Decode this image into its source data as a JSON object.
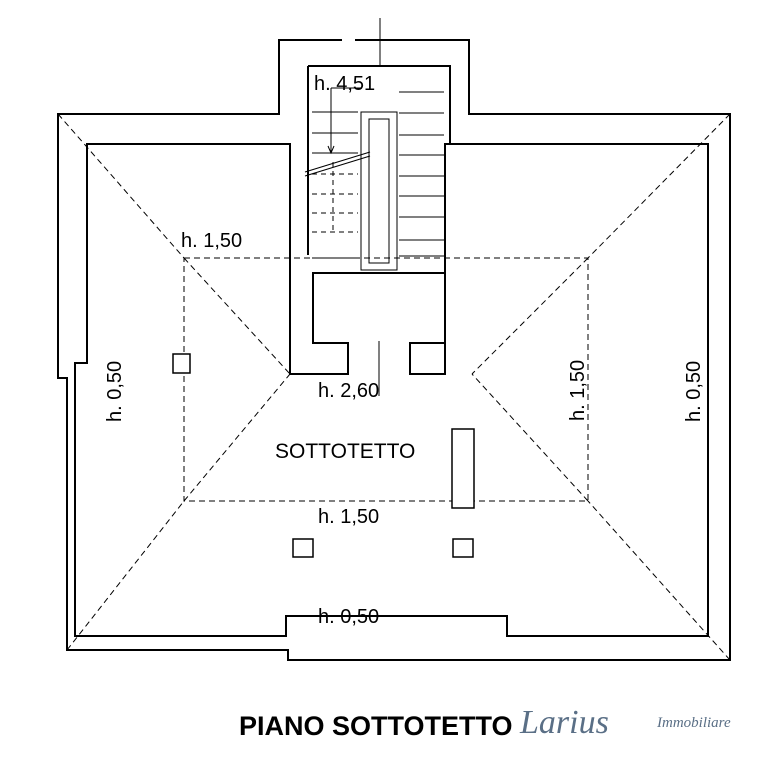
{
  "plan": {
    "room_label": "SOTTOTETTO",
    "heights": {
      "stair": "h. 4,51",
      "top_inner": "h. 1,50",
      "center": "h. 2,60",
      "bottom_inner": "h. 1,50",
      "bottom_outer": "h. 0,50",
      "left_outer": "h. 0,50",
      "right_inner": "h. 1,50",
      "right_outer": "h. 0,50"
    }
  },
  "footer": {
    "title": "PIANO SOTTOTETTO",
    "brand_name": "Larius",
    "brand_tagline": "Immobiliare"
  }
}
